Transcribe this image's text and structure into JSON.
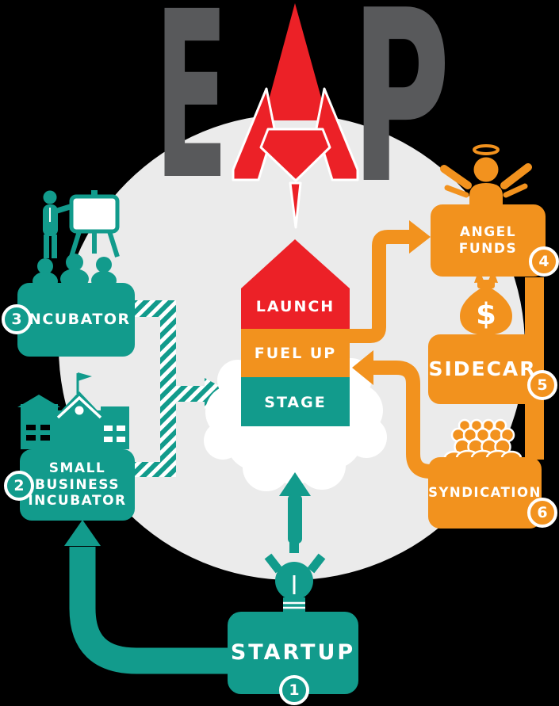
{
  "background_color": "#000000",
  "colors": {
    "teal": "#129B8C",
    "orange": "#F2921E",
    "red": "#EC2127",
    "circle_gray": "#EBEBEB",
    "letter_gray": "#58595B",
    "white": "#FFFFFF"
  },
  "logo": {
    "letter_left": "E",
    "letter_right": "P"
  },
  "rocket_stages": [
    {
      "label": "LAUNCH"
    },
    {
      "label": "FUEL UP"
    },
    {
      "label": "STAGE"
    }
  ],
  "nodes": {
    "startup": {
      "label": "STARTUP",
      "number": "1"
    },
    "small_business_incubator": {
      "line1": "SMALL",
      "line2": "BUSINESS",
      "line3": "INCUBATOR",
      "number": "2"
    },
    "incubator": {
      "label": "INCUBATOR",
      "number": "3"
    },
    "angel_funds": {
      "label": "ANGEL FUNDS",
      "number": "4"
    },
    "sidecar": {
      "label": "SIDECAR",
      "number": "5",
      "bag_symbol": "$"
    },
    "syndication": {
      "label": "SYNDICATION",
      "number": "6"
    }
  }
}
